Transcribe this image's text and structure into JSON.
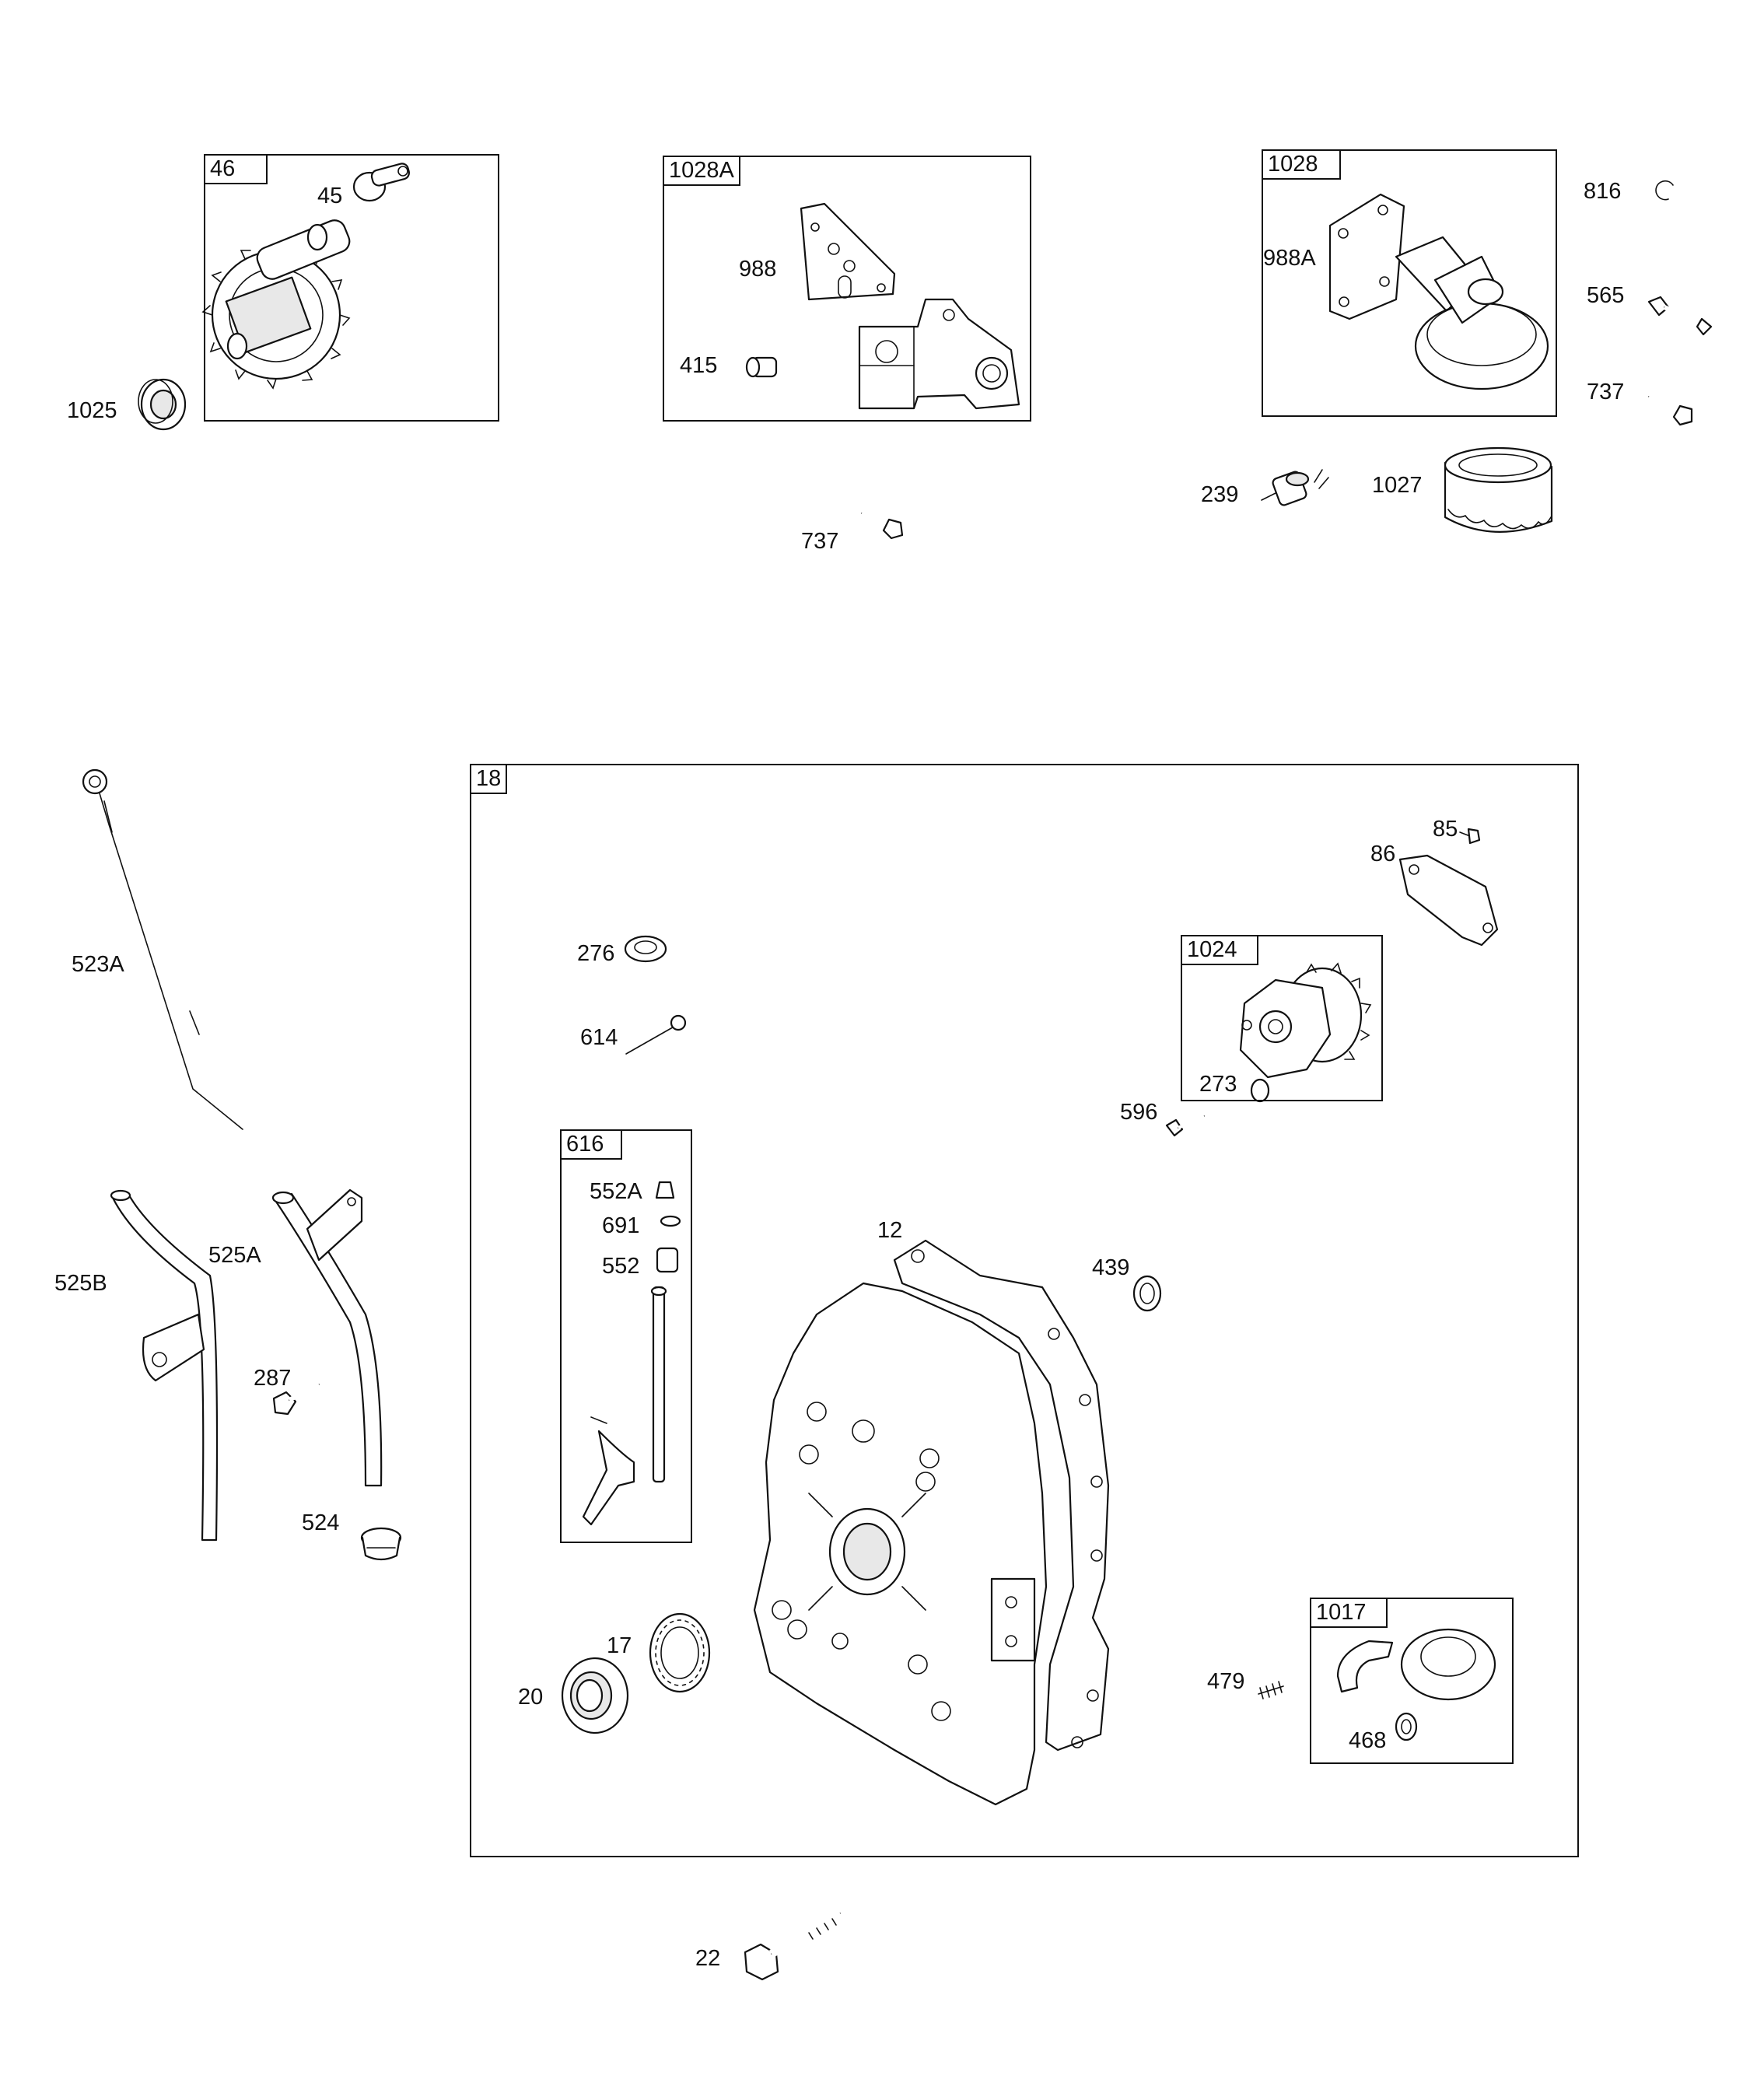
{
  "boxes": {
    "b46": "46",
    "b1028A": "1028A",
    "b1028": "1028",
    "b18": "18",
    "b1024": "1024",
    "b616": "616",
    "b1017": "1017"
  },
  "labels": {
    "l45": "45",
    "l1025": "1025",
    "l988": "988",
    "l415": "415",
    "l737a": "737",
    "l988A": "988A",
    "l816": "816",
    "l565": "565",
    "l737b": "737",
    "l239": "239",
    "l1027": "1027",
    "l523A": "523A",
    "l525B": "525B",
    "l525A": "525A",
    "l287": "287",
    "l524": "524",
    "l276": "276",
    "l614": "614",
    "l552A": "552A",
    "l691": "691",
    "l552": "552",
    "l12": "12",
    "l439": "439",
    "l17": "17",
    "l20": "20",
    "l85": "85",
    "l86": "86",
    "l273": "273",
    "l596": "596",
    "l479": "479",
    "l468": "468",
    "l22": "22"
  }
}
